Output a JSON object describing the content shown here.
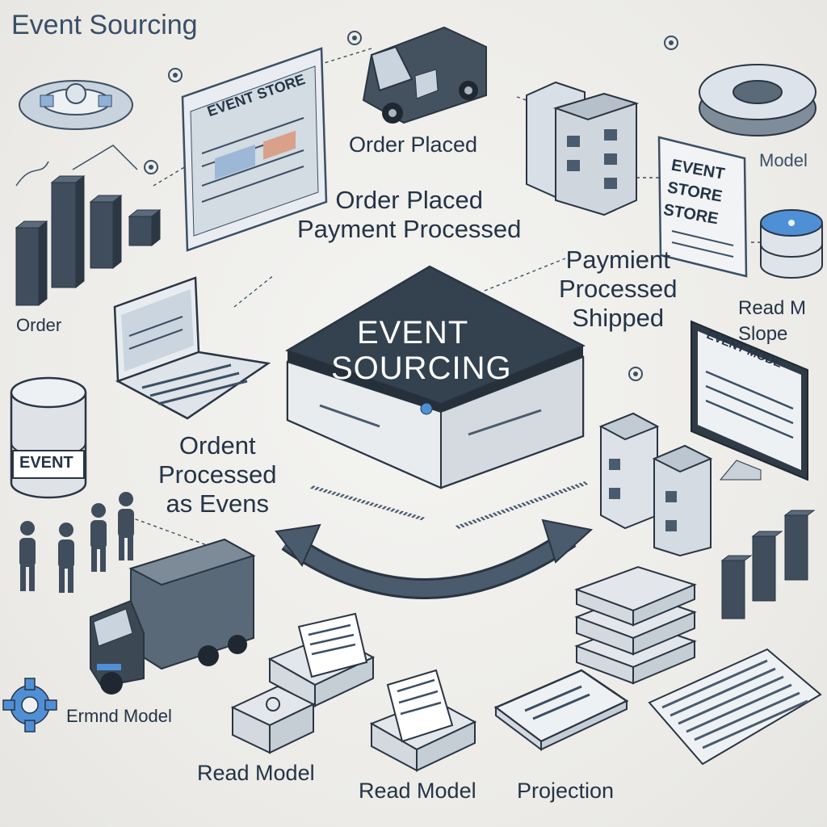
{
  "title": "Event Sourcing",
  "center": {
    "line1": "EVENT",
    "line2": "SOURCING"
  },
  "labels": {
    "order_placed_top": "Order Placed",
    "order_placed_payment": "Order Placed\nPayment Processed",
    "payment_shipped": "Paymient\nProcessed\nShipped",
    "model_right": "Model",
    "read_right": "Read M\nSlope",
    "order_left": "Order",
    "ordent_processed": "Ordent\nProcessed\nas Evens",
    "ermnd_model": "Ermnd Model",
    "read_model_1": "Read Model",
    "read_model_2": "Read Model",
    "projection": "Projection"
  },
  "device_text": {
    "event_store_panel": "EVENT STORE",
    "event_store_sign": "EVENT\nSTORE\nSTORE",
    "event_mode_monitor": "EVENT MODE",
    "barrel": "EVENT"
  },
  "colors": {
    "dark": "#3b4a5a",
    "slate": "#4a5b6d",
    "light_box": "#dfe3e8",
    "accent_blue": "#4f8fd6",
    "line": "#3c4f63"
  }
}
